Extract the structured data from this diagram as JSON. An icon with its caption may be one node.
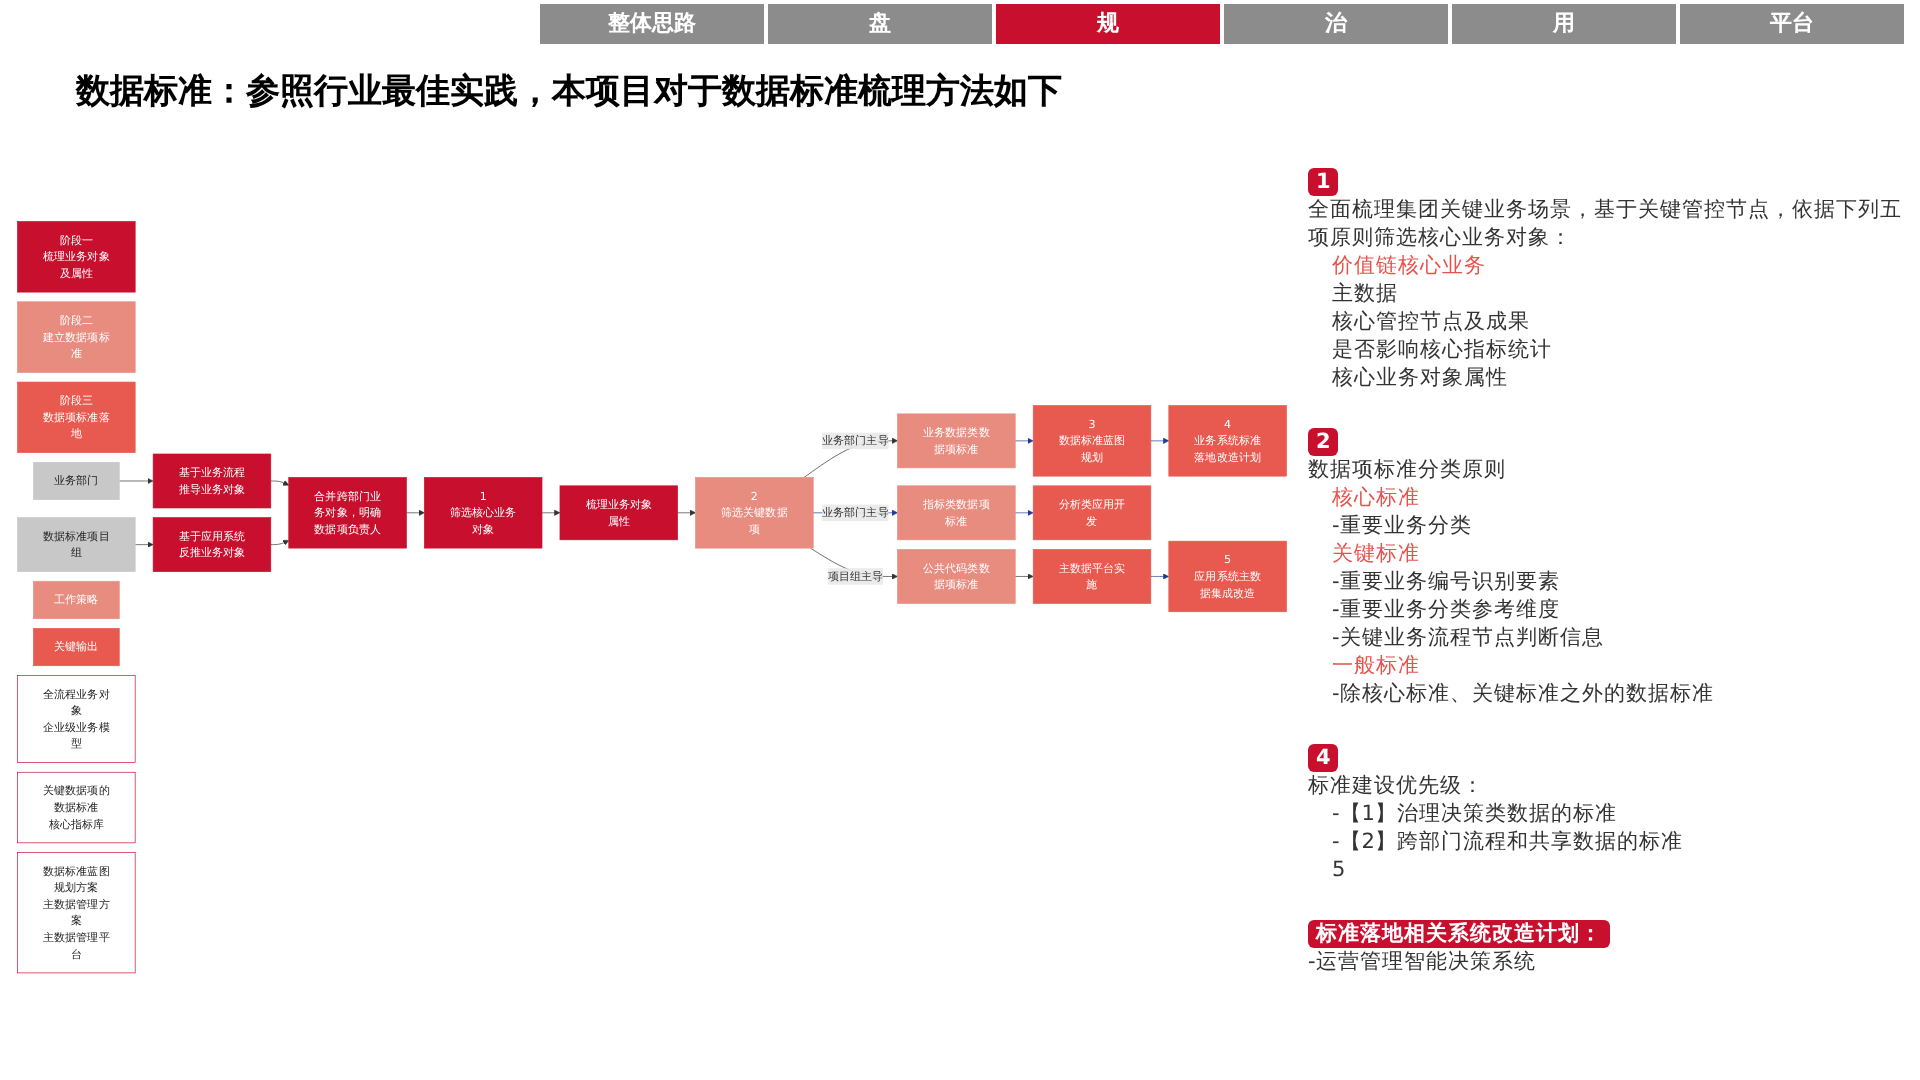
{
  "diagram": {
    "title": "数据标准：参照行业最佳实践，本项目对于数据标准梳理方法如下",
    "nodes": [
      {
        "text": [
          "阶段一",
          "梳理业务对象及属性"
        ]
      },
      {
        "text": [
          "阶段二",
          "建立数据项标准"
        ]
      },
      {
        "text": [
          "阶段三",
          "数据项标准落地"
        ]
      },
      {
        "text": [
          "业务部门"
        ]
      },
      {
        "text": [
          "数据标准项目组"
        ]
      },
      {
        "text": [
          "基于业务流程推导业务对象"
        ]
      },
      {
        "text": [
          "基于应用系统反推业务对象"
        ]
      },
      {
        "text": [
          "合并跨部门业务对象，明确数据项负责人"
        ]
      },
      {
        "text": [
          "1",
          "筛选核心业务对象"
        ]
      },
      {
        "text": [
          "梳理业务对象属性"
        ]
      },
      {
        "text": [
          "2",
          "筛选关键数据项"
        ]
      },
      {
        "text": [
          "业务数据类数据项标准"
        ]
      },
      {
        "text": [
          "指标类数据项标准"
        ]
      },
      {
        "text": [
          "公共代码类数据项标准"
        ]
      },
      {
        "text": [
          "3",
          "数据标准蓝图规划"
        ]
      },
      {
        "text": [
          "4",
          "业务系统标准落地改造计划"
        ]
      },
      {
        "text": [
          "分析类应用开发"
        ]
      },
      {
        "text": [
          "主数据平台实施"
        ]
      },
      {
        "text": [
          "5",
          "应用系统主数据集成改造"
        ]
      },
      {
        "text": [
          "工作策略"
        ]
      },
      {
        "text": [
          "关键输出"
        ]
      },
      {
        "text": [
          "全流程业务对象",
          "企业级业务模型"
        ]
      },
      {
        "text": [
          "关键数据项的数据标准",
          "核心指标库"
        ]
      },
      {
        "text": [
          "数据标准蓝图规划方案",
          "主数据管理方案",
          "主数据管理平台"
        ]
      }
    ],
    "edges": [
      {
        "from": 3,
        "to": 5,
        "arrow": "to"
      },
      {
        "from": 4,
        "to": 6,
        "arrow": "to"
      },
      {
        "from": 5,
        "to": 7,
        "arrow": "to"
      },
      {
        "from": 6,
        "to": 7,
        "arrow": "to"
      },
      {
        "from": 7,
        "to": 8,
        "arrow": "to"
      },
      {
        "from": 8,
        "to": 9,
        "arrow": "to"
      },
      {
        "from": 9,
        "to": 10,
        "arrow": "to"
      },
      {
        "from": 10,
        "to": 11,
        "arrow": "to",
        "label": "业务部门主导"
      },
      {
        "from": 10,
        "to": 12,
        "arrow": "to",
        "label": "业务部门主导",
        "color": "#1f3a93"
      },
      {
        "from": 10,
        "to": 13,
        "arrow": "to",
        "label": "项目组主导"
      },
      {
        "from": 11,
        "to": 14,
        "arrow": "to",
        "color": "#1f3a93"
      },
      {
        "from": 12,
        "to": 16,
        "arrow": "to",
        "color": "#1f3a93"
      },
      {
        "from": 13,
        "to": 17,
        "arrow": "to"
      },
      {
        "from": 14,
        "to": 15,
        "arrow": "to",
        "color": "#1f3a93"
      },
      {
        "from": 17,
        "to": 18,
        "arrow": "to",
        "color": "#1f3a93"
      }
    ],
    "labels": [
      "整体思路",
      "盘",
      "规",
      "治",
      "用",
      "平台",
      "1",
      "全面梳理集团关键业务场景，基于关键管控节点，依据下列五项原则筛选核心业务对象：",
      "价值链核心业务",
      "主数据",
      "核心管控节点及成果",
      "是否影响核心指标统计",
      "核心业务对象属性",
      "2",
      "数据项标准分类原则",
      "核心标准",
      "-重要业务分类",
      "关键标准",
      "-重要业务编号识别要素",
      "-重要业务分类参考维度",
      "-关键业务流程节点判断信息",
      "一般标准",
      "-除核心标准、关键标准之外的数据标准",
      "4",
      "标准建设优先级：",
      "-【1】治理决策类数据的标准",
      "-【2】跨部门流程和共享数据的标准",
      "5",
      "标准落地相关系统改造计划：",
      "-运营管理智能决策系统"
    ]
  }
}
